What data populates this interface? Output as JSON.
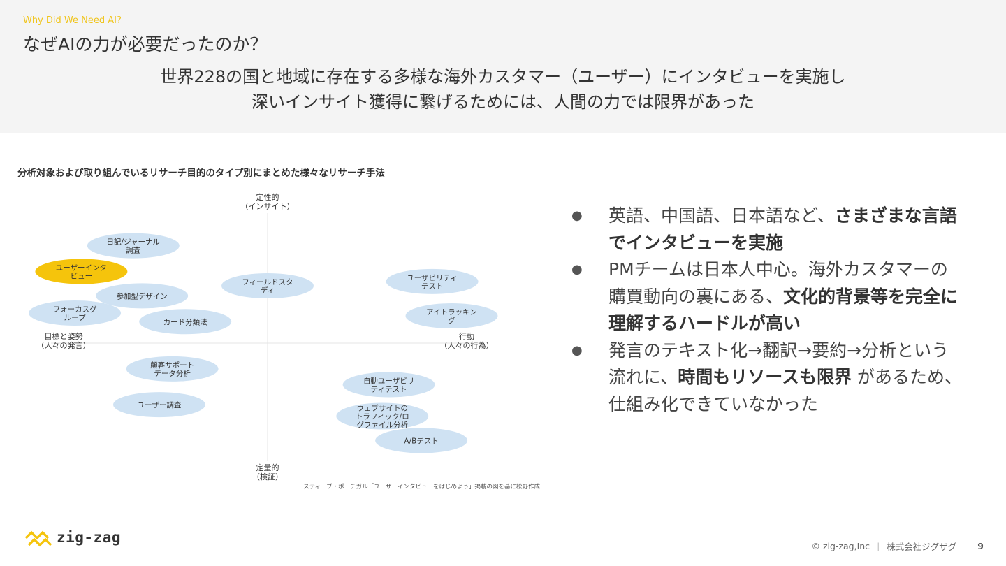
{
  "header": {
    "eyebrow": "Why Did We Need AI?",
    "title": "なぜAIの力が必要だったのか？",
    "lead_lines": [
      "世界228の国と地域に存在する多様な海外カスタマー（ユーザー）にインタビューを実施し",
      "深いインサイト獲得に繋げるためには、人間の力では限界があった"
    ]
  },
  "chart_title": "分析対象および取り組んでいるリサーチ目的のタイプ別にまとめた様々なリサーチ手法",
  "chart_data": {
    "type": "scatter",
    "axes": {
      "top": [
        "定性的",
        "（インサイト）"
      ],
      "bottom": [
        "定量的",
        "（検証）"
      ],
      "left": [
        "目標と姿勢",
        "（人々の発言）"
      ],
      "right": [
        "行動",
        "（人々の行為）"
      ]
    },
    "x_range": [
      -1,
      1
    ],
    "y_range": [
      -1,
      1
    ],
    "points": [
      {
        "label": [
          "日記/ジャーナル",
          "調査"
        ],
        "x": -0.62,
        "y": 0.68,
        "highlight": false
      },
      {
        "label": [
          "ユーザーインタ",
          "ビュー"
        ],
        "x": -0.86,
        "y": 0.5,
        "highlight": true
      },
      {
        "label": [
          "参加型デザイン"
        ],
        "x": -0.58,
        "y": 0.33,
        "highlight": false
      },
      {
        "label": [
          "フォーカスグ",
          "ループ"
        ],
        "x": -0.89,
        "y": 0.21,
        "highlight": false
      },
      {
        "label": [
          "カード分類法"
        ],
        "x": -0.38,
        "y": 0.15,
        "highlight": false
      },
      {
        "label": [
          "フィールドスタ",
          "ディ"
        ],
        "x": 0.0,
        "y": 0.4,
        "highlight": false
      },
      {
        "label": [
          "ユーザビリティ",
          "テスト"
        ],
        "x": 0.76,
        "y": 0.43,
        "highlight": false
      },
      {
        "label": [
          "アイトラッキン",
          "グ"
        ],
        "x": 0.85,
        "y": 0.19,
        "highlight": false
      },
      {
        "label": [
          "顧客サポート",
          "データ分析"
        ],
        "x": -0.44,
        "y": -0.18,
        "highlight": false
      },
      {
        "label": [
          "ユーザー調査"
        ],
        "x": -0.5,
        "y": -0.43,
        "highlight": false
      },
      {
        "label": [
          "自動ユーザビリ",
          "ティテスト"
        ],
        "x": 0.56,
        "y": -0.29,
        "highlight": false
      },
      {
        "label": [
          "ウェブサイトの",
          "トラフィック/ロ",
          "グファイル分析"
        ],
        "x": 0.53,
        "y": -0.51,
        "highlight": false
      },
      {
        "label": [
          "A/Bテスト"
        ],
        "x": 0.71,
        "y": -0.68,
        "highlight": false
      }
    ],
    "source_note": "スティーブ・ポーチガル「ユーザーインタビューをはじめよう」掲載の図を基に松野作成",
    "colors": {
      "bubble": "#cfe2f3",
      "highlight": "#f5c40c",
      "axis": "#e4e4e4",
      "text": "#333333"
    }
  },
  "bullets": [
    {
      "marker": "●",
      "segments": [
        {
          "text": "英語、中国語、日本語など、",
          "bold": false
        },
        {
          "text": "さまざまな言語でインタビューを実施",
          "bold": true
        }
      ]
    },
    {
      "marker": "●",
      "segments": [
        {
          "text": "PMチームは日本人中心。海外カスタマーの購買動向の裏にある、",
          "bold": false
        },
        {
          "text": "文化的背景等を完全に理解するハードルが高い",
          "bold": true
        }
      ]
    },
    {
      "marker": "●",
      "segments": [
        {
          "text": "発言のテキスト化→翻訳→要約→分析という流れに、",
          "bold": false
        },
        {
          "text": "時間もリソースも限界",
          "bold": true
        },
        {
          "text": " があるため、仕組み化できていなかった",
          "bold": false
        }
      ]
    }
  ],
  "logo": {
    "text": "zig-zag",
    "icon": "zigzag-logo-icon",
    "color": "#f5c40c"
  },
  "footer": {
    "copyright": "© zig-zag,Inc",
    "company": "株式会社ジグザグ",
    "page_number": "9"
  }
}
